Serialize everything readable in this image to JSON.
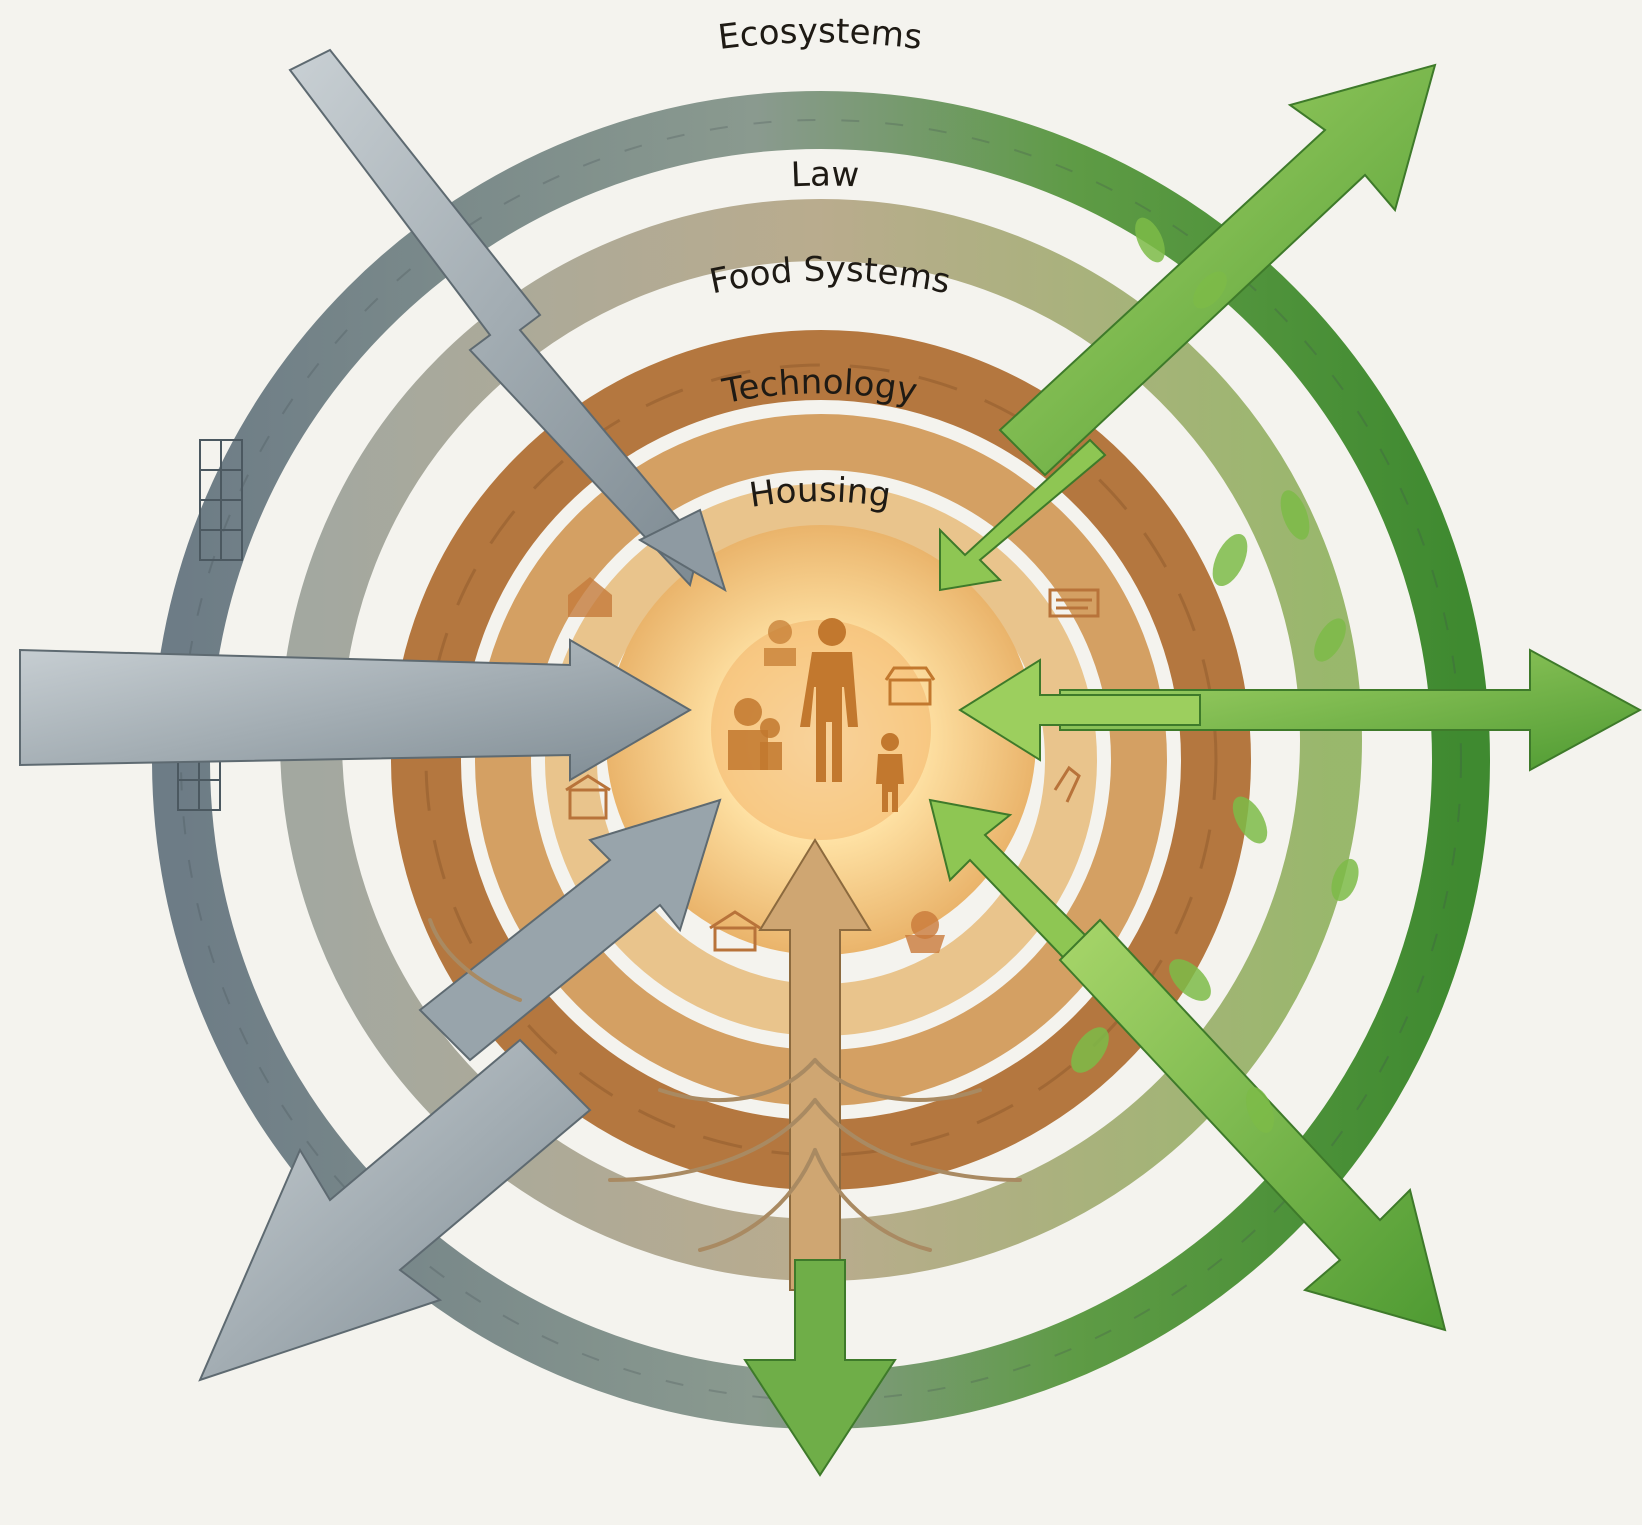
{
  "rings": [
    {
      "label": "Ecosystems"
    },
    {
      "label": "Law"
    },
    {
      "label": "Food Systems"
    },
    {
      "label": "Technology"
    },
    {
      "label": "Housing"
    }
  ],
  "colors": {
    "background": "#f4f3ee",
    "ring_stone": "#7c8a92",
    "ring_green": "#4f9a3c",
    "ring_law": "#a09a7a",
    "ring_food": "#b4773f",
    "ring_technology": "#d4a063",
    "ring_housing": "#e9c48c",
    "center_glow": "#ffe9b2",
    "figure": "#c2782e",
    "arrow_stone": "#9aa4ab",
    "arrow_green": "#7fbf45"
  },
  "icons": [
    "house-icon",
    "family-icon",
    "person-icon",
    "child-icon",
    "market-icon",
    "food-basket-icon",
    "building-icon",
    "tool-icon"
  ]
}
